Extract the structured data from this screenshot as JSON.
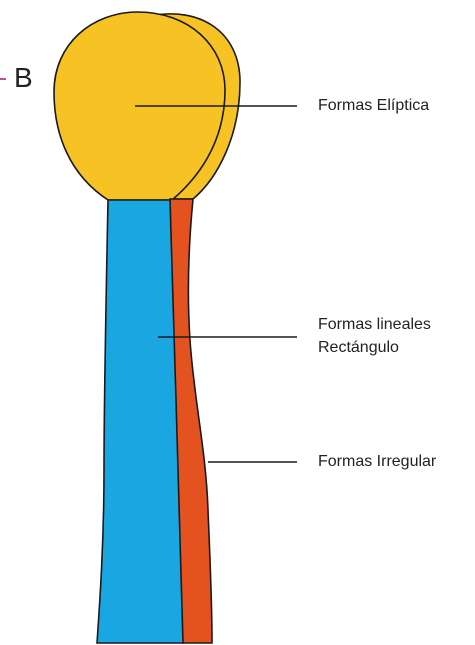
{
  "panel": {
    "letter": "B"
  },
  "labels": {
    "elliptic": "Formas Elíptica",
    "linear_line1": "Formas lineales",
    "linear_line2": "Rectángulo",
    "irregular": "Formas Irregular"
  },
  "colors": {
    "head": "#f7c223",
    "shaft": "#1aa6e0",
    "side_strip": "#e4531f",
    "outline": "#1a1a1a",
    "accent_dash": "#c0509a"
  }
}
